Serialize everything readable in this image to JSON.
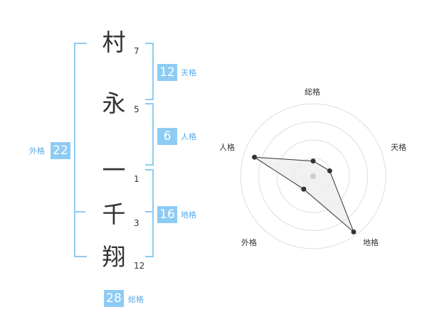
{
  "name_chars": [
    {
      "char": "村",
      "strokes": "7"
    },
    {
      "char": "永",
      "strokes": "5"
    },
    {
      "char": "一",
      "strokes": "1"
    },
    {
      "char": "千",
      "strokes": "3"
    },
    {
      "char": "翔",
      "strokes": "12"
    }
  ],
  "kaku": {
    "tenkaku": {
      "value": "12",
      "label": "天格"
    },
    "jinkaku": {
      "value": "6",
      "label": "人格"
    },
    "chikaku": {
      "value": "16",
      "label": "地格"
    },
    "gaikaku": {
      "value": "22",
      "label": "外格"
    },
    "soukaku": {
      "value": "28",
      "label": "総格"
    }
  },
  "radar": {
    "axes": [
      "総格",
      "天格",
      "地格",
      "外格",
      "人格"
    ],
    "values": [
      0.21,
      0.24,
      0.95,
      0.22,
      0.85
    ],
    "colors": {
      "ring": "#dddddd",
      "fill": "#eeeeee",
      "line": "#333333",
      "center": "#cccccc"
    }
  },
  "colors": {
    "accent": "#8ecbf2",
    "accent_text": "#55aaee"
  }
}
